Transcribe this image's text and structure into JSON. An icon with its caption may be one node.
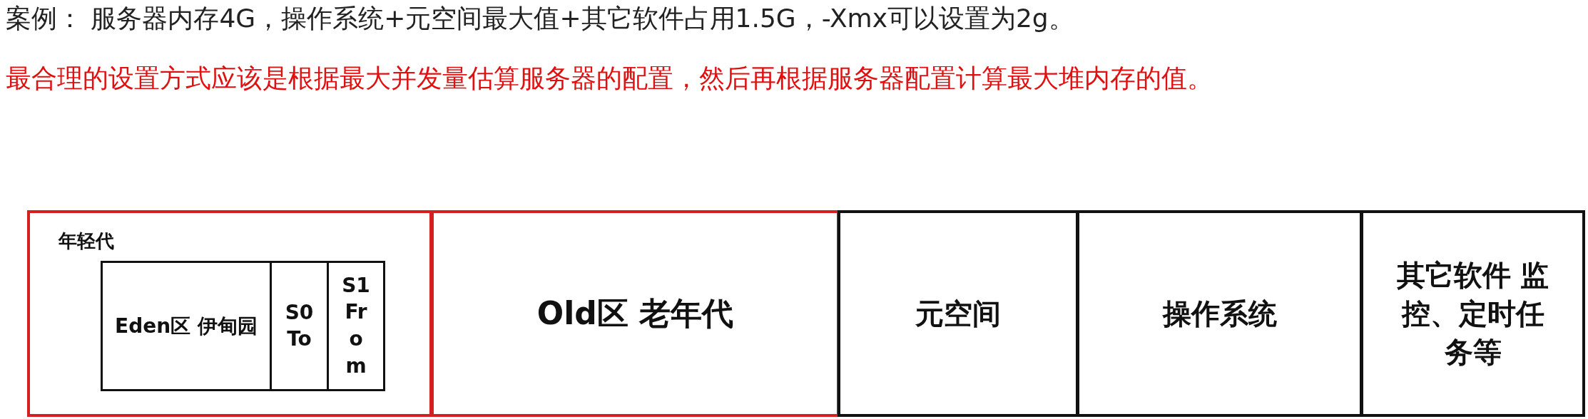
{
  "diagram": {
    "nodes": [
      {
        "text": [
          "年轻代"
        ]
      },
      {
        "text": [
          "Eden区 伊甸园"
        ],
        "in": 0
      },
      {
        "text": [
          "S0 To"
        ],
        "in": 0
      },
      {
        "text": [
          "S1 From"
        ],
        "in": 0
      },
      {
        "text": [
          "Old区 老年代"
        ]
      },
      {
        "text": [
          "元空间"
        ]
      },
      {
        "text": [
          "操作系统"
        ]
      },
      {
        "text": [
          "其它软件 监控、定时任务等"
        ]
      }
    ],
    "labels": [
      "案例：  服务器内存4G，操作系统+元空间最大值+其它软件占用1.5G，-Xmx可以设置为2g。",
      "最合理的设置方式应该是根据最大并发量估算服务器的配置，然后再根据服务器配置计算最大堆内存的值。"
    ]
  }
}
